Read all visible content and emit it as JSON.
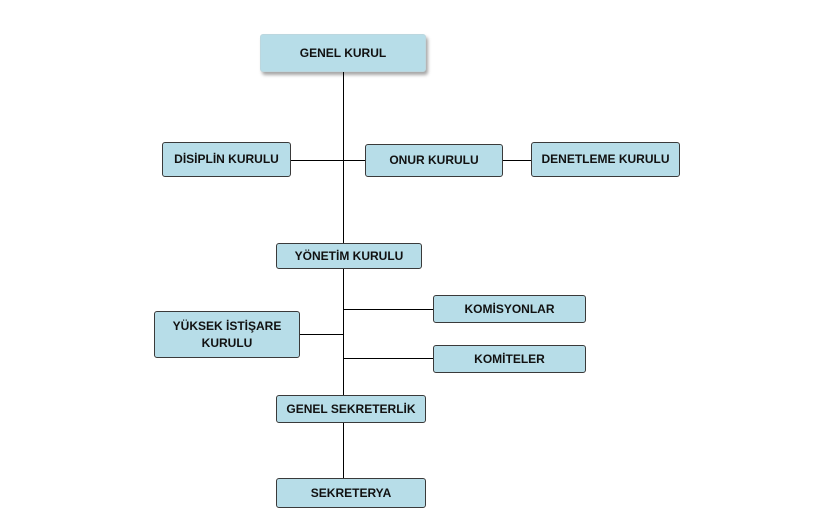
{
  "nodes": {
    "genel_kurul": "GENEL KURUL",
    "disiplin_kurulu": "DİSİPLİN KURULU",
    "onur_kurulu": "ONUR KURULU",
    "denetleme_kurulu": "DENETLEME KURULU",
    "yonetim_kurulu": "YÖNETİM KURULU",
    "komisyonlar": "KOMİSYONLAR",
    "yuksek_istisare_line1": "YÜKSEK İSTİŞARE",
    "yuksek_istisare_line2": "KURULU",
    "komiteler": "KOMİTELER",
    "genel_sekreterlik": "GENEL SEKRETERLİK",
    "sekreterya": "SEKRETERYA"
  },
  "colors": {
    "box_fill": "#b7dde8",
    "box_border": "#3a3a3a",
    "connector": "#000000"
  }
}
